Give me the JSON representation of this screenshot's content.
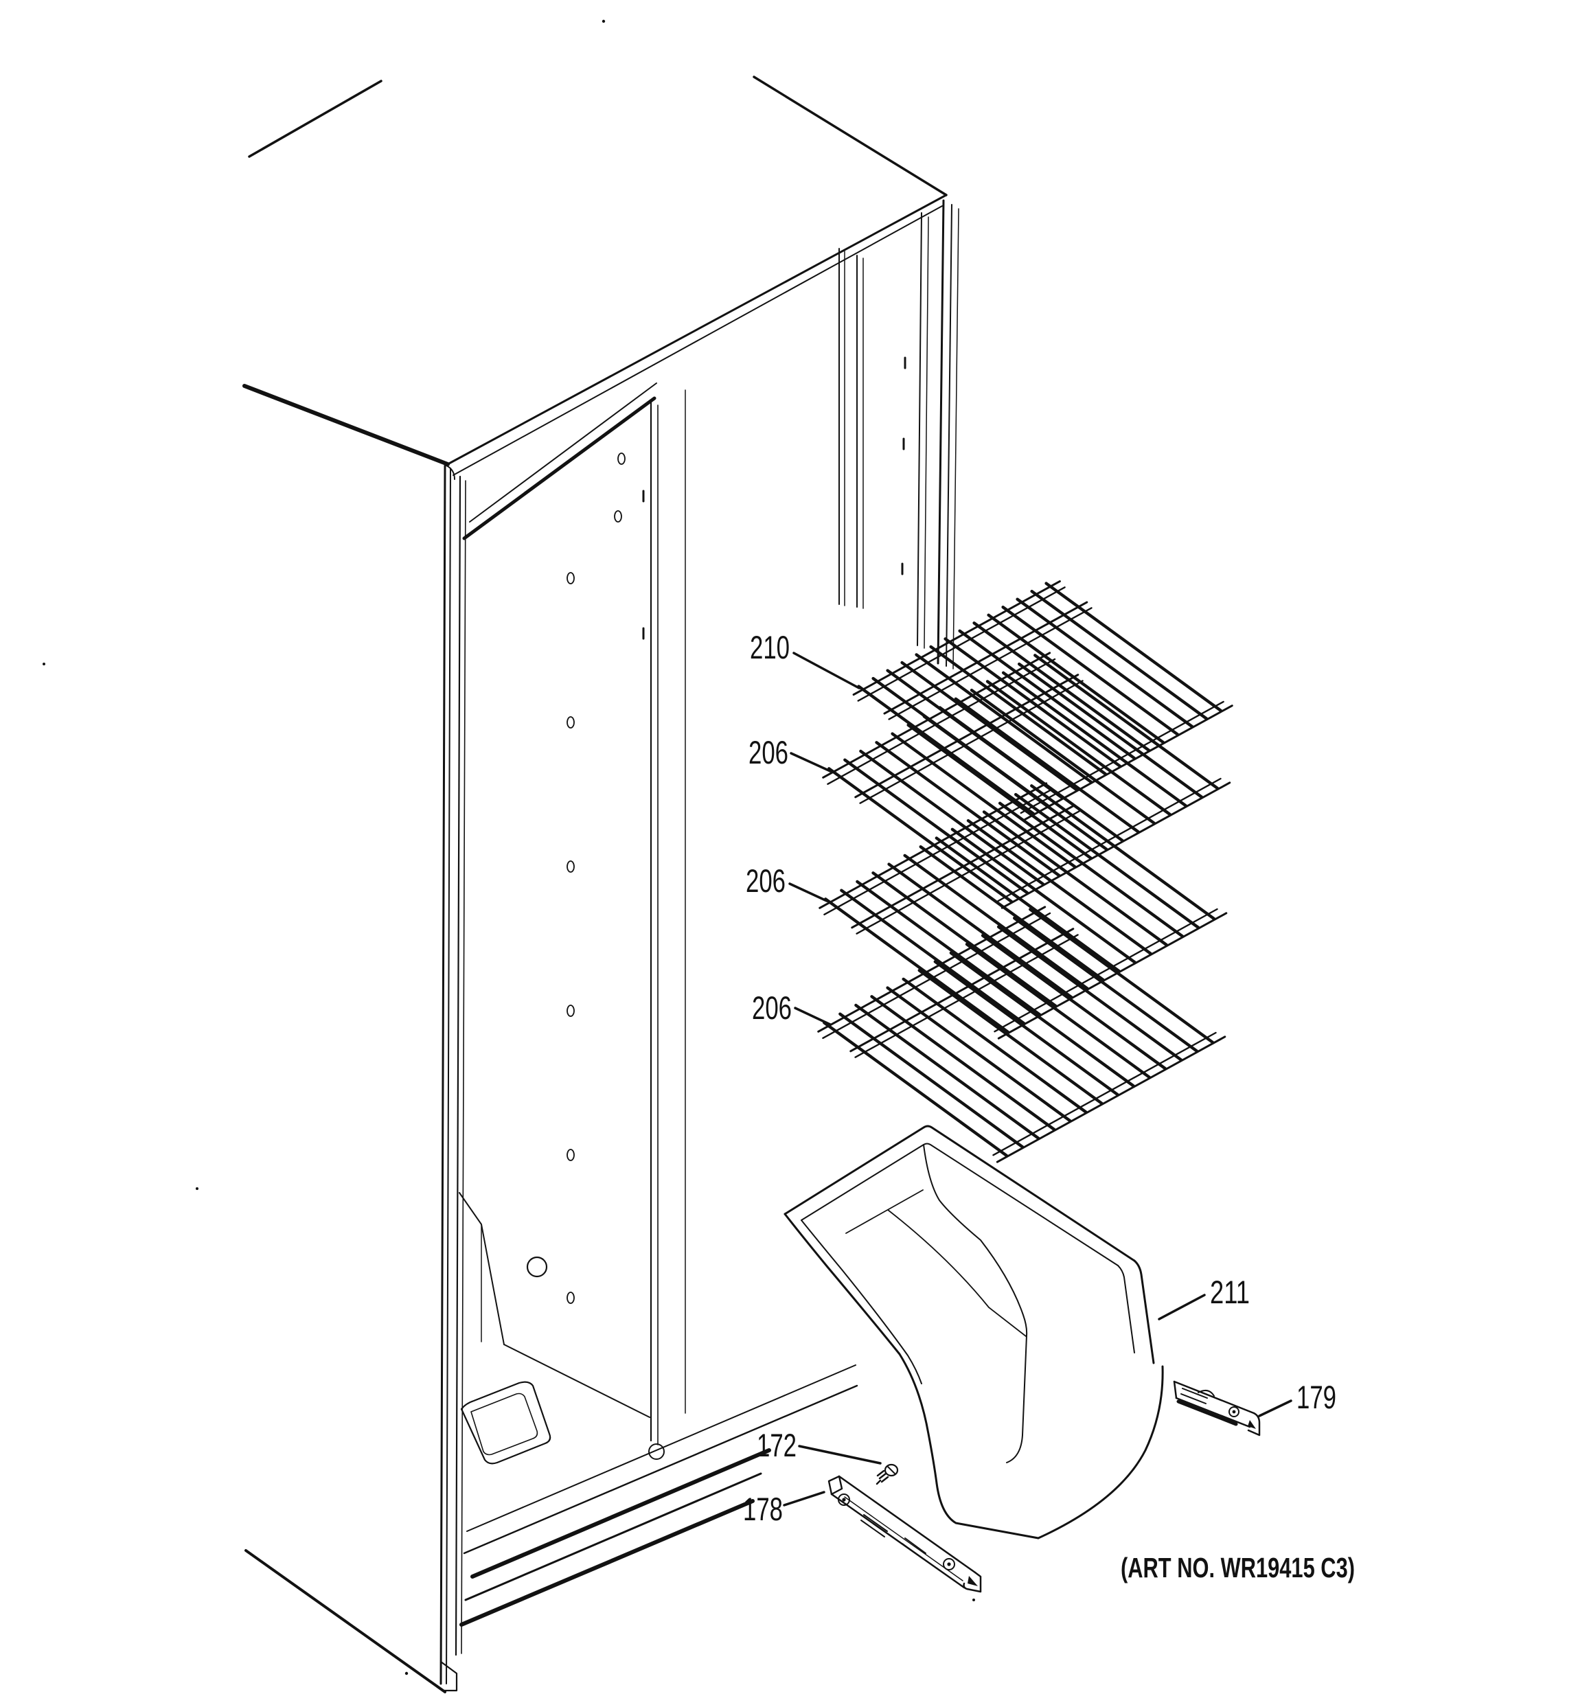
{
  "diagram": {
    "type": "exploded-parts-diagram",
    "subject": "side-by-side refrigerator freezer section",
    "ink_color": "#121212",
    "background_color": "#ffffff",
    "art_no": "(ART NO. WR19415 C3)",
    "part_labels": [
      {
        "id": "210",
        "text": "210",
        "part": "wire shelf (top)"
      },
      {
        "id": "206-1",
        "text": "206",
        "part": "wire shelf"
      },
      {
        "id": "206-2",
        "text": "206",
        "part": "wire shelf"
      },
      {
        "id": "206-3",
        "text": "206",
        "part": "wire shelf"
      },
      {
        "id": "211",
        "text": "211",
        "part": "storage bin"
      },
      {
        "id": "179",
        "text": "179",
        "part": "bracket right"
      },
      {
        "id": "172",
        "text": "172",
        "part": "screw"
      },
      {
        "id": "178",
        "text": "178",
        "part": "bracket rail"
      }
    ]
  }
}
